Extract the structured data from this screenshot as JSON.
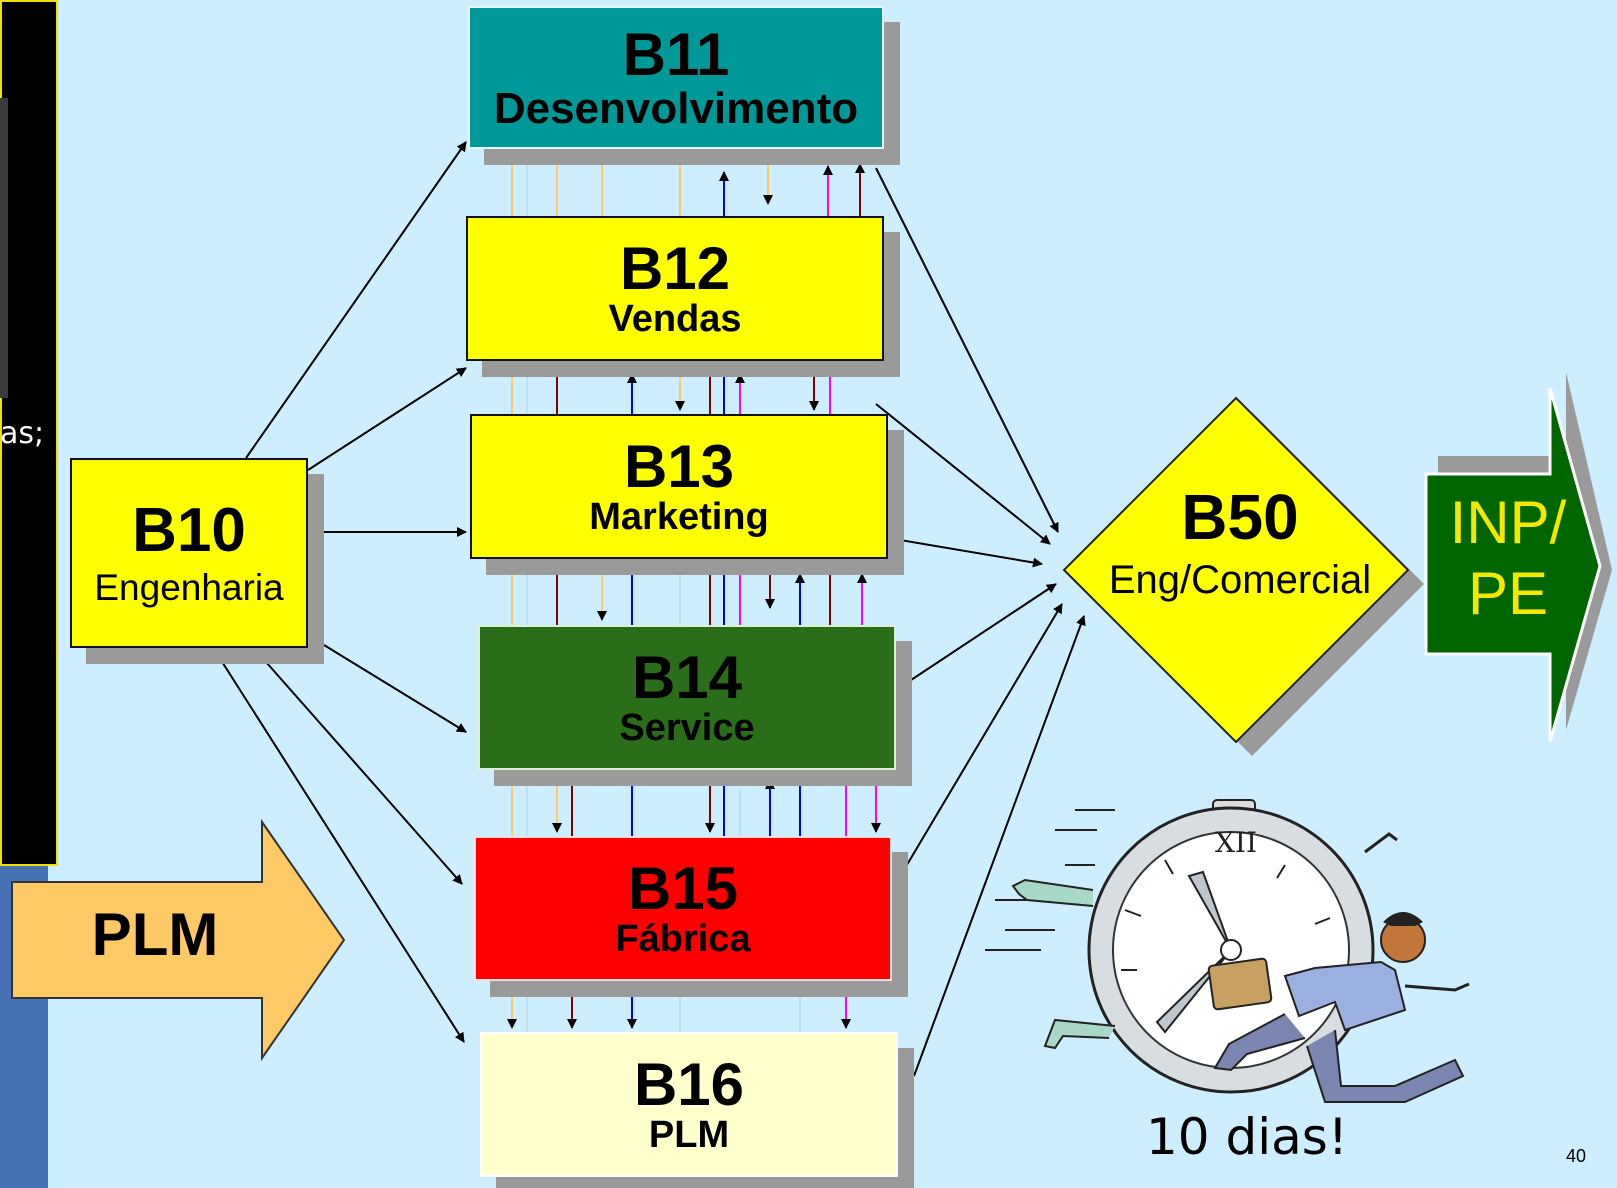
{
  "left_panel": {
    "snippet": "as;"
  },
  "boxes": {
    "b10": {
      "code": "B10",
      "name": "Engenharia"
    },
    "b11": {
      "code": "B11",
      "name": "Desenvolvimento"
    },
    "b12": {
      "code": "B12",
      "name": "Vendas"
    },
    "b13": {
      "code": "B13",
      "name": "Marketing"
    },
    "b14": {
      "code": "B14",
      "name": "Service"
    },
    "b15": {
      "code": "B15",
      "name": "Fábrica"
    },
    "b16": {
      "code": "B16",
      "name": "PLM"
    },
    "b50": {
      "code": "B50",
      "name": "Eng/Comercial"
    }
  },
  "plm_arrow": {
    "label": "PLM"
  },
  "output_arrow": {
    "line1": "INP/",
    "line2": "PE"
  },
  "caption": "10 dias!",
  "page_number": "40",
  "colors": {
    "background": "#cdeeff",
    "yellow": "#ffff00",
    "teal": "#009999",
    "green": "#2a6e1a",
    "red": "#ff0000",
    "cream": "#ffffcc",
    "orange_arrow": "#ffc966",
    "output_green": "#006600",
    "output_text": "#f4e800"
  }
}
